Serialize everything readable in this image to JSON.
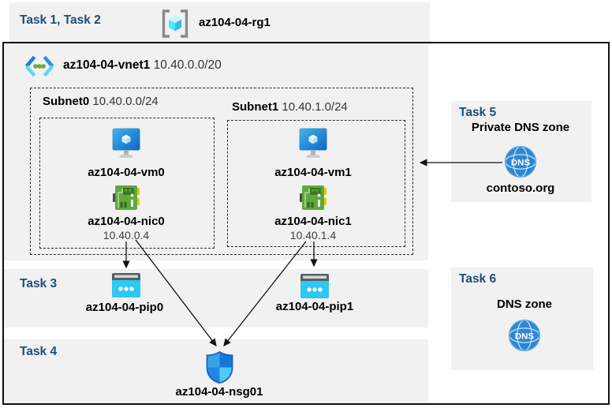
{
  "colors": {
    "task_label": "#1b4e79",
    "panel_gray": "#f1f1f1",
    "azure_blue": "#1b7fd4",
    "vm_monitor_blue": "#2e96e0",
    "nic_green": "#5fa840",
    "pip_cyan": "#2ec8f0",
    "nsg_blue": "#1576d8",
    "dns_blue": "#2d87d3",
    "arrow_black": "#111111"
  },
  "header": {
    "tasks": "Task 1, Task 2",
    "resource_group": "az104-04-rg1"
  },
  "vnet": {
    "name": "az104-04-vnet1",
    "cidr": "10.40.0.0/20",
    "subnets": [
      {
        "name": "Subnet0",
        "cidr": "10.40.0.0/24",
        "vm": "az104-04-vm0",
        "nic": "az104-04-nic0",
        "ip": "10.40.0.4"
      },
      {
        "name": "Subnet1",
        "cidr": "10.40.1.0/24",
        "vm": "az104-04-vm1",
        "nic": "az104-04-nic1",
        "ip": "10.40.1.4"
      }
    ]
  },
  "task3": {
    "label": "Task 3",
    "pip0": "az104-04-pip0",
    "pip1": "az104-04-pip1"
  },
  "task4": {
    "label": "Task 4",
    "nsg": "az104-04-nsg01"
  },
  "task5": {
    "label": "Task 5",
    "title": "Private DNS zone",
    "zone": "contoso.org"
  },
  "task6": {
    "label": "Task 6",
    "title": "DNS zone"
  },
  "dns_glyph": "DNS",
  "icons": {
    "resource_group": "resource-group-icon",
    "virtual_network": "virtual-network-icon",
    "virtual_machine": "virtual-machine-icon",
    "network_interface": "network-interface-icon",
    "public_ip": "public-ip-icon",
    "network_security_group": "network-security-group-icon",
    "dns_zone": "dns-zone-icon"
  }
}
